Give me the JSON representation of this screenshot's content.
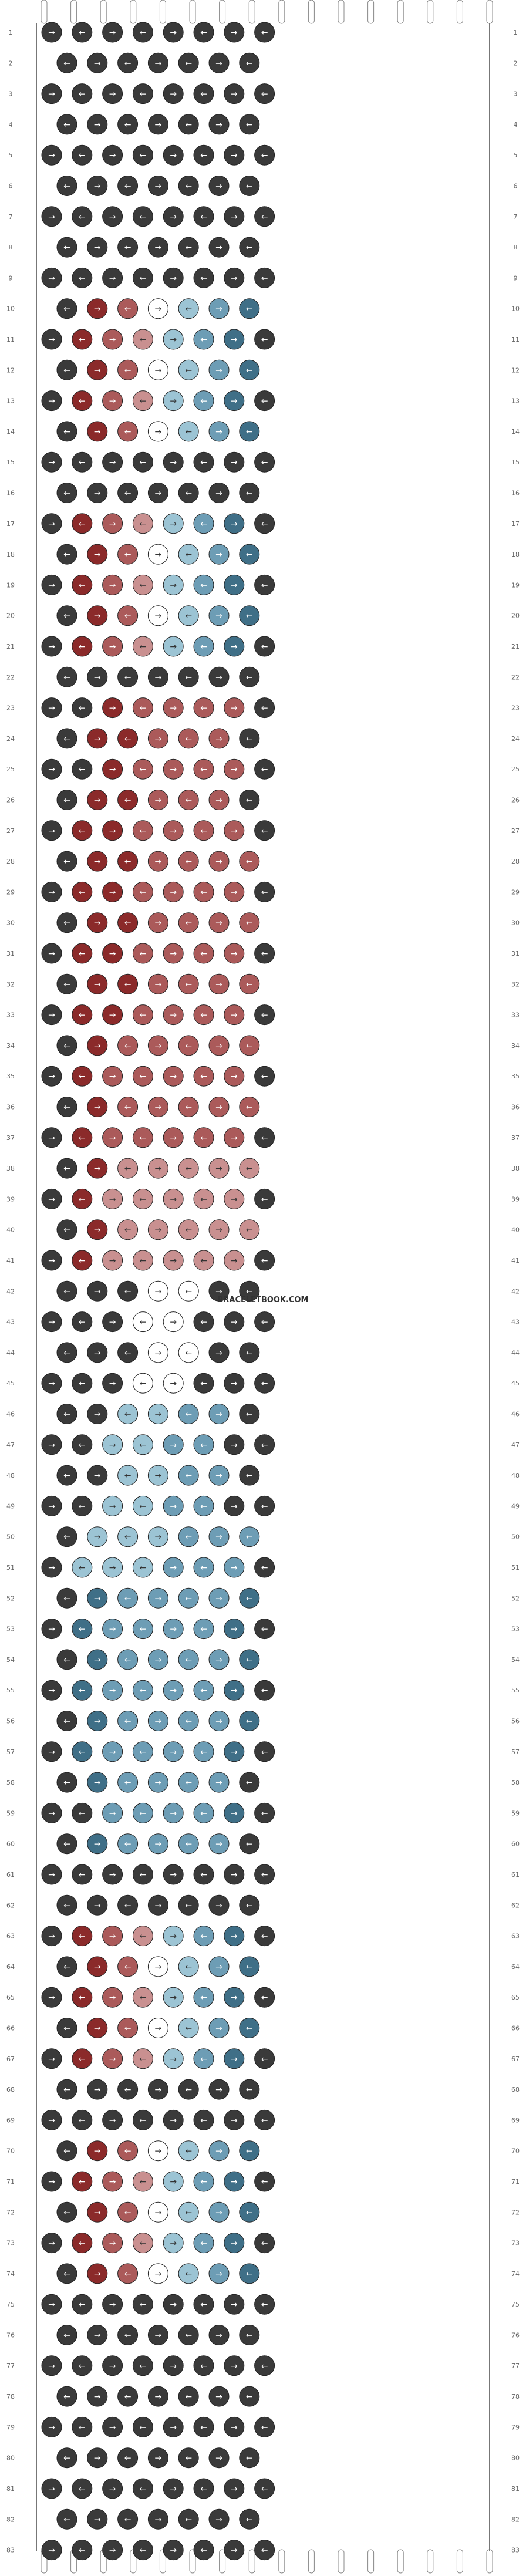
{
  "watermark": "BRACELETBOOK.COM",
  "rows": {
    "count": 83,
    "labels": [
      "1",
      "2",
      "3",
      "4",
      "5",
      "6",
      "7",
      "8",
      "9",
      "10",
      "11",
      "12",
      "13",
      "14",
      "15",
      "16",
      "17",
      "18",
      "19",
      "20",
      "21",
      "22",
      "23",
      "24",
      "25",
      "26",
      "27",
      "28",
      "29",
      "30",
      "31",
      "32",
      "33",
      "34",
      "35",
      "36",
      "37",
      "38",
      "39",
      "40",
      "41",
      "42",
      "43",
      "44",
      "45",
      "46",
      "47",
      "48",
      "49",
      "50",
      "51",
      "52",
      "53",
      "54",
      "55",
      "56",
      "57",
      "58",
      "59",
      "60",
      "61",
      "62",
      "63",
      "64",
      "65",
      "66",
      "67",
      "68",
      "69",
      "70",
      "71",
      "72",
      "73",
      "74",
      "75",
      "76",
      "77",
      "78",
      "79",
      "80",
      "81",
      "82",
      "83"
    ]
  },
  "colors": {
    "black": "#3a3a3a",
    "dark_red": "#8b2a2a",
    "mid_red": "#ab5a5a",
    "light_pink": "#c99090",
    "white": "#ffffff",
    "light_blue": "#9cc4d4",
    "mid_blue": "#6d9db5",
    "dark_blue": "#3f6f87",
    "arrow_light": "#ffffff",
    "arrow_dark": "#333333",
    "grid_line": "#777777"
  },
  "threads": {
    "count": 16,
    "start_colors": [
      "black",
      "black",
      "black",
      "black",
      "black",
      "black",
      "black",
      "black",
      "black",
      "black",
      "black",
      "black",
      "black",
      "black",
      "black",
      "black"
    ]
  },
  "icons": {
    "arrow": "arrow-icon",
    "knot": "knot-icon"
  }
}
